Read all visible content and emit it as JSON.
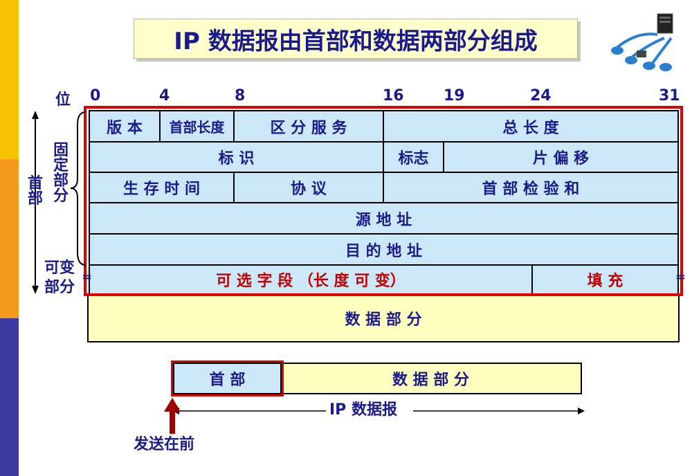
{
  "title": "IP 数据报由首部和数据两部分组成",
  "bits": {
    "label": "位",
    "ticks": [
      "0",
      "4",
      "8",
      "16",
      "19",
      "24",
      "31"
    ]
  },
  "rows": {
    "r1": [
      "版 本",
      "首部长度",
      "区 分 服 务",
      "总   长   度"
    ],
    "r2": [
      "标      识",
      "标志",
      "片   偏   移"
    ],
    "r3": [
      "生 存 时 间",
      "协      议",
      "首   部   检   验   和"
    ],
    "r4": "源   地   址",
    "r5": "目   的   地   址",
    "r6": [
      "可   选   字   段  （长   度   可   变）",
      "填      充"
    ]
  },
  "data_part": "数      据      部      分",
  "labels": {
    "header": "首部",
    "fixed": "固定部分",
    "variable_1": "可变",
    "variable_2": "部分"
  },
  "bottom": {
    "header": "首   部",
    "data": "数        据        部        分",
    "datagram": "IP 数据报",
    "send_first": "发送在前"
  },
  "colors": {
    "header_fill": "#cce8f8",
    "data_fill": "#ffffc0",
    "frame": "#e00000",
    "text": "#1a1a8c",
    "accent_red": "#c00000"
  }
}
